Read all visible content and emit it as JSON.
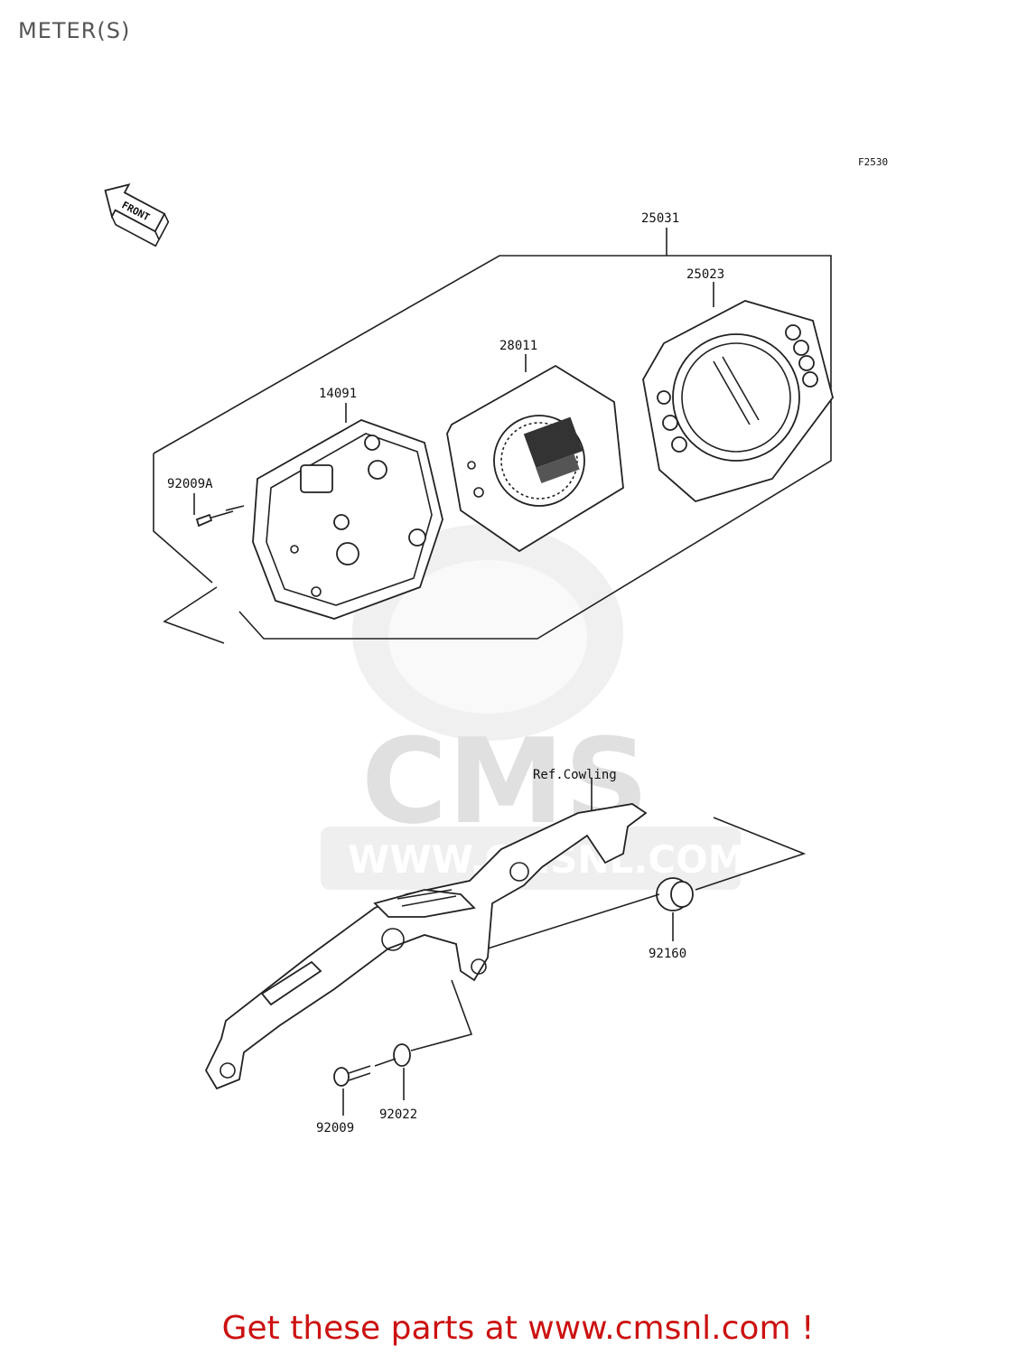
{
  "header": {
    "title": "METER(S)"
  },
  "diagram": {
    "figure_code": "F2530",
    "front_label": "FRONT",
    "labels": {
      "p25031": "25031",
      "p25023": "25023",
      "p28011": "28011",
      "p14091": "14091",
      "p92009A": "92009A",
      "ref_cowling": "Ref.Cowling",
      "p92160": "92160",
      "p92009": "92009",
      "p92022": "92022"
    }
  },
  "watermark": {
    "brand": "CMS",
    "site": "WWW.CMSNL.COM"
  },
  "footer": {
    "text": "Get these parts at www.cmsnl.com !"
  },
  "colors": {
    "footer": "#cc1111",
    "title": "#555555",
    "watermark": "#e0e0e0"
  }
}
